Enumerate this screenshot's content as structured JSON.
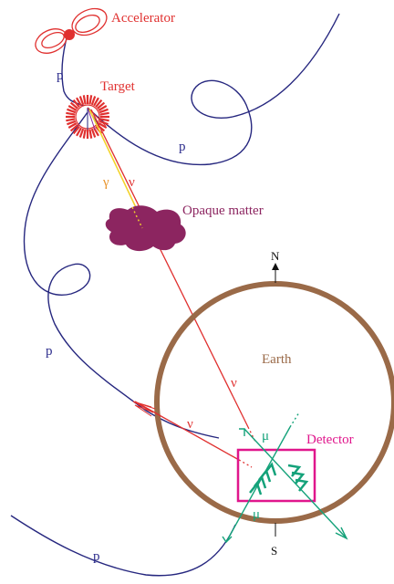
{
  "labels": {
    "accelerator": "Accelerator",
    "target": "Target",
    "opaque_matter": "Opaque matter",
    "earth": "Earth",
    "detector": "Detector",
    "north": "N",
    "south": "S",
    "proton": "p",
    "neutrino": "ν",
    "gamma": "γ",
    "muon": "μ"
  },
  "colors": {
    "proton_track": "#26277f",
    "neutrino_beam": "#e0302f",
    "gamma_ray": "#f3d22b",
    "accelerator": "#e0302f",
    "opaque_matter": "#8c2560",
    "earth_ring": "#9a6a48",
    "detector_box": "#e0168c",
    "muon_track": "#14a27a"
  }
}
